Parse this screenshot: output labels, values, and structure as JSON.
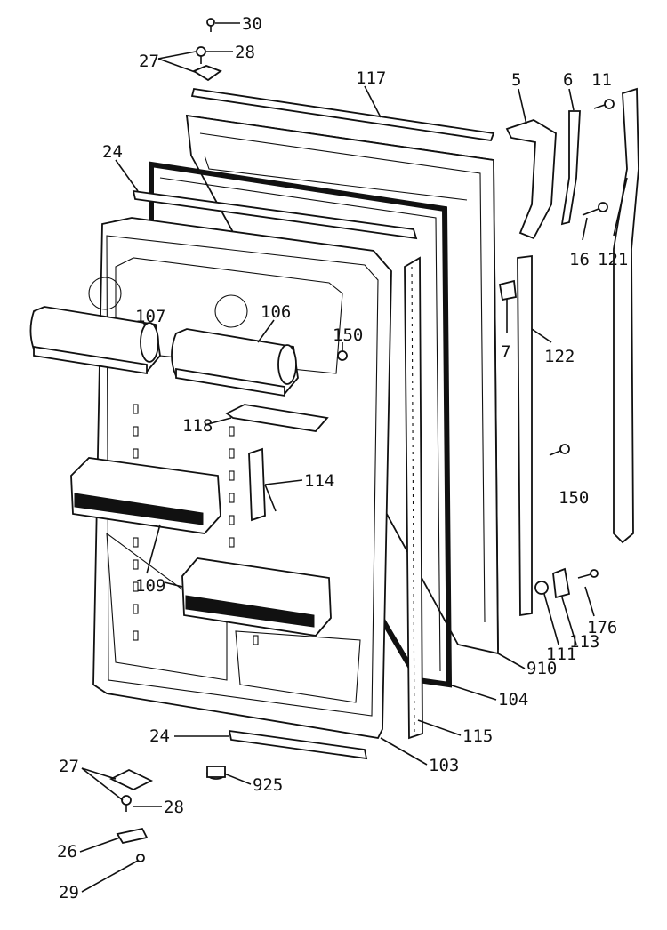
{
  "callouts": {
    "c30": "30",
    "c28a": "28",
    "c27a": "27",
    "c117": "117",
    "c5": "5",
    "c6": "6",
    "c11": "11",
    "c24a": "24",
    "c16": "16",
    "c121": "121",
    "c107": "107",
    "c106": "106",
    "c150a": "150",
    "c7": "7",
    "c122": "122",
    "c118": "118",
    "c114": "114",
    "c150b": "150",
    "c109": "109",
    "c176": "176",
    "c111": "111",
    "c113": "113",
    "c910": "910",
    "c104": "104",
    "c24b": "24",
    "c115": "115",
    "c103": "103",
    "c925": "925",
    "c27b": "27",
    "c28b": "28",
    "c26": "26",
    "c29": "29"
  }
}
